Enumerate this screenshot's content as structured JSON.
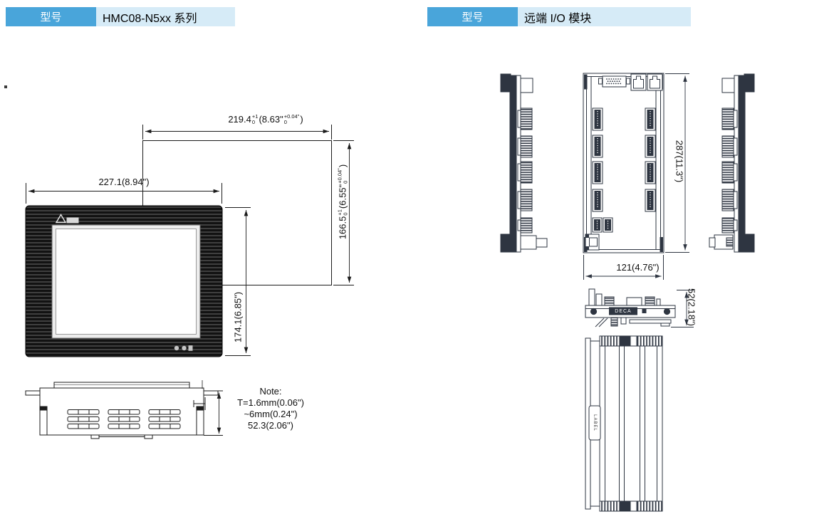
{
  "headers": {
    "left": {
      "label": "型号",
      "value": "HMC08-N5xx 系列"
    },
    "right": {
      "label": "型号",
      "value": "远端 I/O 模块"
    }
  },
  "colors": {
    "header_blue": "#49a5da",
    "header_light_blue": "#d6ebf7",
    "hmi_line": "#1b1b1b",
    "io_line": "#2e3541"
  },
  "hmi_drawing": {
    "cutout_width": {
      "mm": "219.4",
      "tol_up": "+1",
      "tol_dn": "0",
      "inch": "(8.63\"",
      "inch_tol_up": "+0.04\"",
      "inch_tol_dn": "0",
      "close": ")"
    },
    "cutout_height": {
      "mm": "166.5",
      "tol_up": "+1",
      "tol_dn": "0",
      "inch": "(6.55\"",
      "inch_tol_up": "+0.04\"",
      "inch_tol_dn": "0",
      "close": ")"
    },
    "outer_width": "227.1(8.94\")",
    "outer_height": "174.1(6.85\")",
    "note": {
      "title": "Note:",
      "lines": [
        "T=1.6mm(0.06\")",
        "~6mm(0.24\")",
        "52.3(2.06\")"
      ]
    }
  },
  "io_drawing": {
    "height": "287(11.3\")",
    "width": "121(4.76\")",
    "depth": "52(2.18\")",
    "brand_label": "DECA",
    "side_label": "LABEL"
  }
}
